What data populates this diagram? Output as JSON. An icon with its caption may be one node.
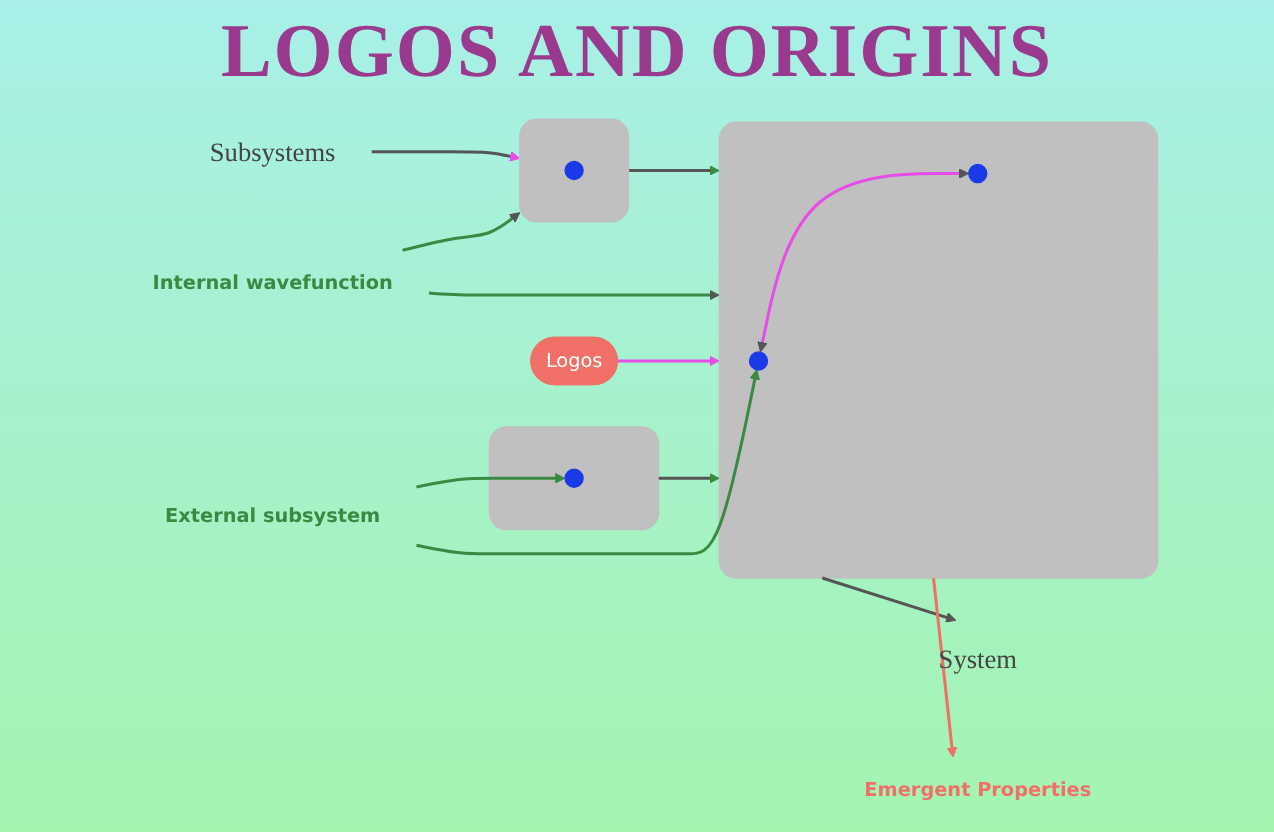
{
  "diagram": {
    "title": "LOGOS AND ORIGINS",
    "nodes": [
      {
        "text": [
          "Subsystems"
        ]
      },
      {
        "text": [
          "Internal wavefunction"
        ]
      },
      {
        "text": [
          "Logos"
        ]
      },
      {
        "text": [],
        "shape": "box"
      },
      {
        "text": [],
        "shape": "circle",
        "in": 3
      },
      {
        "text": [],
        "shape": "box"
      },
      {
        "text": [],
        "shape": "circle",
        "in": 5
      },
      {
        "text": [],
        "shape": "box"
      },
      {
        "text": [],
        "shape": "circle",
        "in": 7
      },
      {
        "text": [],
        "shape": "circle",
        "in": 7
      },
      {
        "text": [
          "External subsystem"
        ]
      },
      {
        "text": [
          "System"
        ]
      },
      {
        "text": [
          "Emergent Properties"
        ]
      }
    ],
    "edges": [
      {
        "from": 0,
        "to": 3,
        "arrow": "to"
      },
      {
        "from": 1,
        "to": 3,
        "arrow": "to",
        "color": "#3a8a44"
      },
      {
        "from": 1,
        "to": 7,
        "arrow": "to",
        "color": "#3a8a44"
      },
      {
        "from": 2,
        "to": 7,
        "arrow": "to",
        "color": "#e84ce8"
      },
      {
        "from": 3,
        "to": 7,
        "arrow": "to"
      },
      {
        "from": 5,
        "to": 7,
        "arrow": "to"
      },
      {
        "from": 8,
        "to": 9,
        "arrow": "both",
        "color": "#e84ce8"
      },
      {
        "from": 10,
        "to": 6,
        "arrow": "to",
        "color": "#3a8a44"
      },
      {
        "from": 10,
        "to": 8,
        "arrow": "to",
        "color": "#3a8a44"
      },
      {
        "from": 7,
        "to": 11,
        "arrow": "to"
      },
      {
        "from": 7,
        "to": 12,
        "arrow": "to",
        "color": "#f07068"
      }
    ]
  }
}
